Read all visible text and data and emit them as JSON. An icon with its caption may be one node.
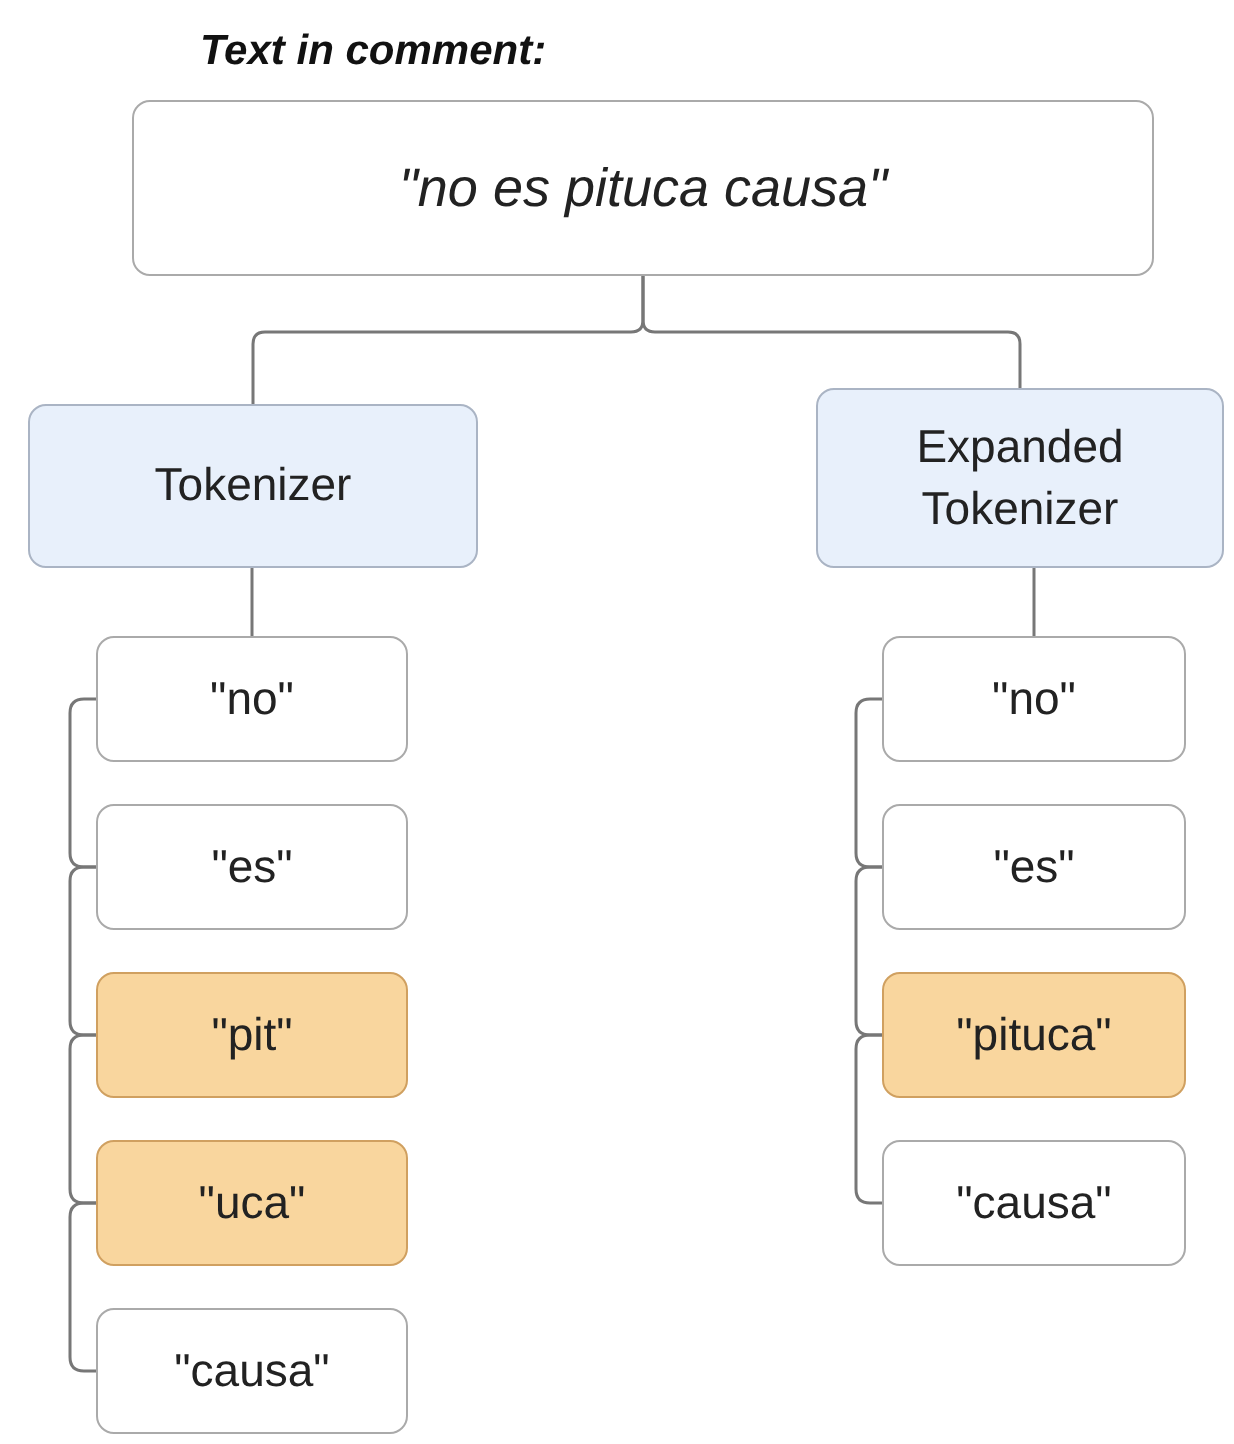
{
  "diagram": {
    "title": "Text in comment:",
    "nodes": [
      {
        "text": [
          "\"no es pituca causa\""
        ]
      },
      {
        "text": [
          "Tokenizer"
        ]
      },
      {
        "text": [
          "Expanded Tokenizer"
        ]
      },
      {
        "text": [
          "\"no\""
        ]
      },
      {
        "text": [
          "\"es\""
        ]
      },
      {
        "text": [
          "\"pit\""
        ]
      },
      {
        "text": [
          "\"uca\""
        ]
      },
      {
        "text": [
          "\"causa\""
        ]
      },
      {
        "text": [
          "\"no\""
        ]
      },
      {
        "text": [
          "\"es\""
        ]
      },
      {
        "text": [
          "\"pituca\""
        ]
      },
      {
        "text": [
          "\"causa\""
        ]
      }
    ],
    "edges": [
      {
        "from": 0,
        "to": 1,
        "arrow": "none"
      },
      {
        "from": 0,
        "to": 2,
        "arrow": "none"
      },
      {
        "from": 1,
        "to": 3,
        "arrow": "none"
      },
      {
        "from": 2,
        "to": 8,
        "arrow": "none"
      },
      {
        "from": 3,
        "to": 4,
        "arrow": "none"
      },
      {
        "from": 4,
        "to": 5,
        "arrow": "none"
      },
      {
        "from": 5,
        "to": 6,
        "arrow": "none"
      },
      {
        "from": 6,
        "to": 7,
        "arrow": "none"
      },
      {
        "from": 8,
        "to": 9,
        "arrow": "none"
      },
      {
        "from": 9,
        "to": 10,
        "arrow": "none"
      },
      {
        "from": 10,
        "to": 11,
        "arrow": "none"
      }
    ]
  }
}
